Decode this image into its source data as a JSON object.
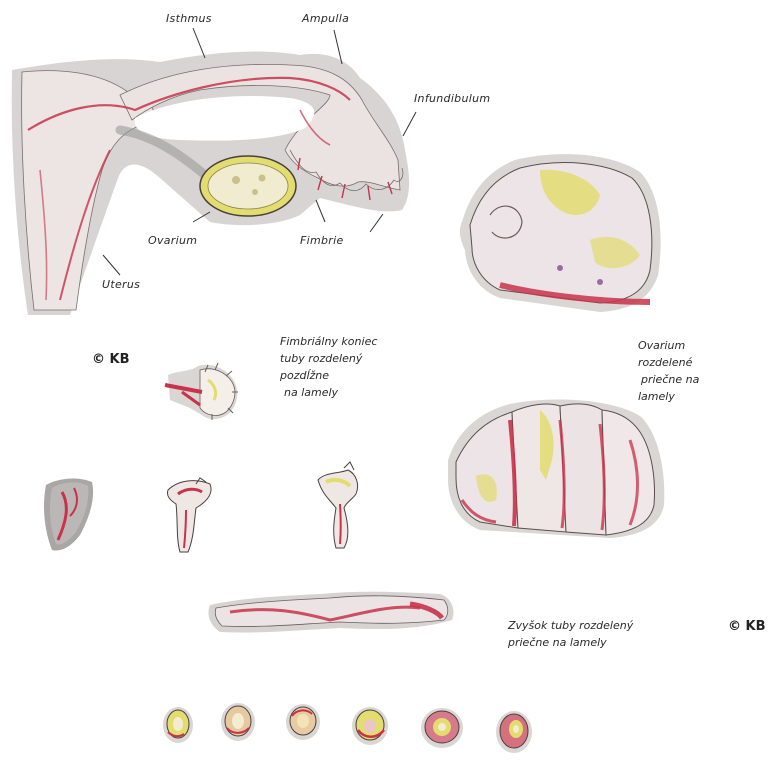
{
  "anatomy_labels": {
    "isthmus": "Isthmus",
    "ampulla": "Ampulla",
    "infundibulum": "Infundibulum",
    "ovarium": "Ovarium",
    "fimbrie": "Fimbrie",
    "uterus": "Uterus"
  },
  "copyright": {
    "left": "© KB",
    "right": "© KB"
  },
  "captions": {
    "fimbrial_end": [
      "Fimbriálny koniec",
      "tuby rozdelený",
      "pozdĺžne",
      "na lamely"
    ],
    "ovarium": [
      "Ovarium",
      "rozdelené",
      "priečne na",
      "lamely"
    ],
    "tube_remainder": [
      "Zvyšok tuby rozdelený",
      "priečne na lamely"
    ]
  },
  "colors": {
    "tissue": "#e9e1df",
    "shadow": "#d6d3d2",
    "vessel": "#c8324a",
    "yellow": "#e3dc6e",
    "outline": "#4a3f3f"
  }
}
